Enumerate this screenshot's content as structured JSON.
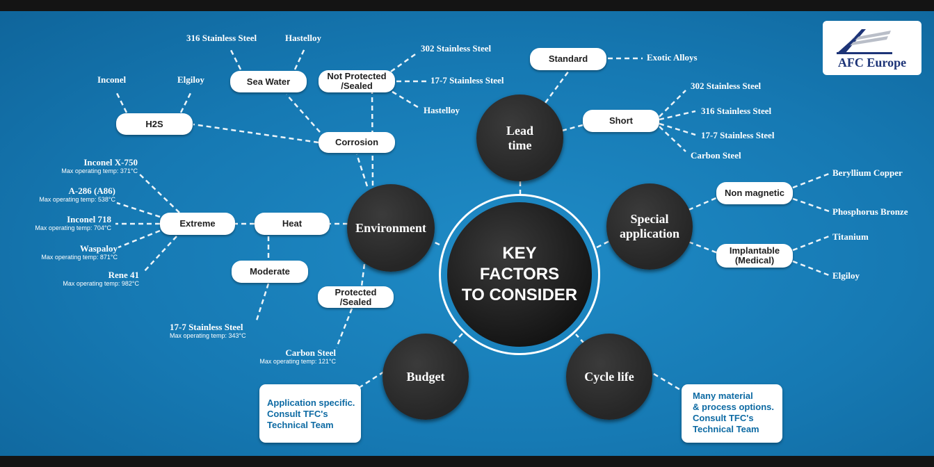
{
  "center": {
    "lines": [
      "KEY",
      "FACTORS",
      "TO CONSIDER"
    ]
  },
  "logo": {
    "name": "AFC Europe",
    "colors": {
      "navy": "#1d3477",
      "silver": "#b9bec8"
    }
  },
  "colors": {
    "background": "#1679b3",
    "circle": "#2b2b2b",
    "card_text": "#0d6aa3"
  },
  "environment": {
    "label": "Environment",
    "corrosion": {
      "label": "Corrosion",
      "h2s": {
        "label": "H2S",
        "materials": [
          "Inconel",
          "Elgiloy"
        ]
      },
      "sea_water": {
        "label": "Sea Water",
        "materials": [
          "316 Stainless Steel",
          "Hastelloy"
        ]
      }
    },
    "heat": {
      "label": "Heat",
      "extreme": {
        "label": "Extreme",
        "materials": [
          {
            "name": "Inconel X-750",
            "note": "Max operating temp: 371°C"
          },
          {
            "name": "A-286 (A86)",
            "note": "Max operating temp: 538°C"
          },
          {
            "name": "Inconel 718",
            "note": "Max operating temp: 704°C"
          },
          {
            "name": "Waspaloy",
            "note": "Max operating temp: 871°C"
          },
          {
            "name": "Rene 41",
            "note": "Max operating temp: 982°C"
          }
        ]
      },
      "moderate": {
        "label": "Moderate",
        "materials": [
          {
            "name": "17-7 Stainless Steel",
            "note": "Max operating temp: 343°C"
          }
        ]
      }
    },
    "not_protected": {
      "label_lines": [
        "Not Protected",
        "/Sealed"
      ],
      "materials": [
        "302 Stainless Steel",
        "17-7 Stainless Steel",
        "Hastelloy"
      ]
    },
    "protected": {
      "label_lines": [
        "Protected",
        "/Sealed"
      ],
      "materials": [
        {
          "name": "Carbon Steel",
          "note": "Max operating temp: 121°C"
        }
      ]
    }
  },
  "lead_time": {
    "label_lines": [
      "Lead",
      "time"
    ],
    "standard": {
      "label": "Standard",
      "materials": [
        "Exotic Alloys"
      ]
    },
    "short": {
      "label": "Short",
      "materials": [
        "302 Stainless Steel",
        "316 Stainless Steel",
        "17-7 Stainless Steel",
        "Carbon Steel"
      ]
    }
  },
  "special_application": {
    "label_lines": [
      "Special",
      "application"
    ],
    "non_magnetic": {
      "label": "Non magnetic",
      "materials": [
        "Beryllium Copper",
        "Phosphorus Bronze"
      ]
    },
    "implantable": {
      "label_lines": [
        "Implantable",
        "(Medical)"
      ],
      "materials": [
        "Titanium",
        "Elgiloy"
      ]
    }
  },
  "budget": {
    "label": "Budget",
    "note_lines": [
      "Application specific.",
      "Consult TFC's",
      "Technical Team"
    ]
  },
  "cycle_life": {
    "label": "Cycle life",
    "note_lines": [
      "Many material",
      "& process options.",
      "Consult TFC's",
      "Technical Team"
    ]
  }
}
